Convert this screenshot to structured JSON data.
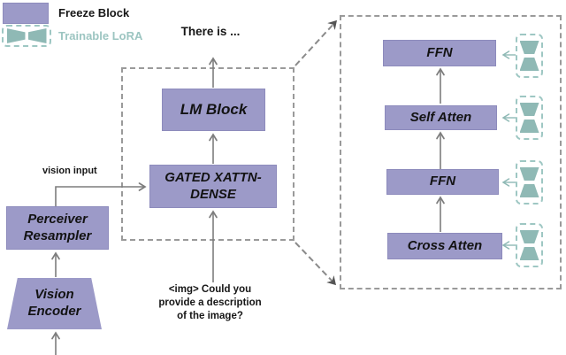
{
  "legend": {
    "freeze": {
      "label": "Freeze Block"
    },
    "lora": {
      "label": "Trainable LoRA"
    }
  },
  "main_flow": {
    "output_text": "There is ...",
    "lm_block": {
      "label": "LM Block"
    },
    "gated_xattn": {
      "label": "GATED XATTN-\nDENSE"
    },
    "vision_input_label": "vision input",
    "perceiver": {
      "label": "Perceiver\nResampler"
    },
    "vision_encoder": {
      "label": "Vision\nEncoder"
    },
    "prompt_text": "<img> Could you\nprovide a description\nof the image?"
  },
  "detail_panel": {
    "blocks": [
      {
        "label": "FFN"
      },
      {
        "label": "Self Atten"
      },
      {
        "label": "FFN"
      },
      {
        "label": "Cross Atten"
      }
    ]
  },
  "colors": {
    "freeze_block_fill": "#9c9ac8",
    "freeze_block_border": "#8d8bbc",
    "lora_teal": "#8fb9b5",
    "lora_teal_light": "#9ec7c3",
    "arrow_gray": "#7d7d7d",
    "dashed_gray": "#9a9a9a",
    "text_black": "#161616"
  }
}
